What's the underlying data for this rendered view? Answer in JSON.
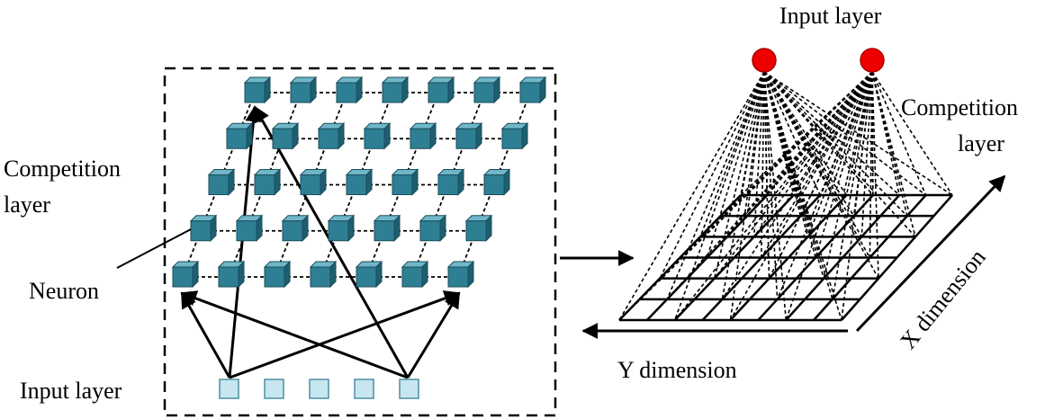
{
  "left_panel": {
    "competition_label_line1": "Competition",
    "competition_label_line2": "layer",
    "neuron_label": "Neuron",
    "input_label": "Input layer",
    "grid_rows": 5,
    "grid_cols": 7,
    "input_node_count": 5
  },
  "right_panel": {
    "input_label": "Input layer",
    "competition_label_line1": "Competition",
    "competition_label_line2": "layer",
    "x_dimension_label": "X dimension",
    "y_dimension_label": "Y dimension",
    "input_node_count": 2
  },
  "colors": {
    "neuron_front": "#2e7f94",
    "neuron_top": "#6fb7c8",
    "neuron_side": "#1d5f70",
    "input_node_fill": "#c8e6ef",
    "input_node_stroke": "#4d8fa3",
    "red_node": "#ee0000"
  }
}
